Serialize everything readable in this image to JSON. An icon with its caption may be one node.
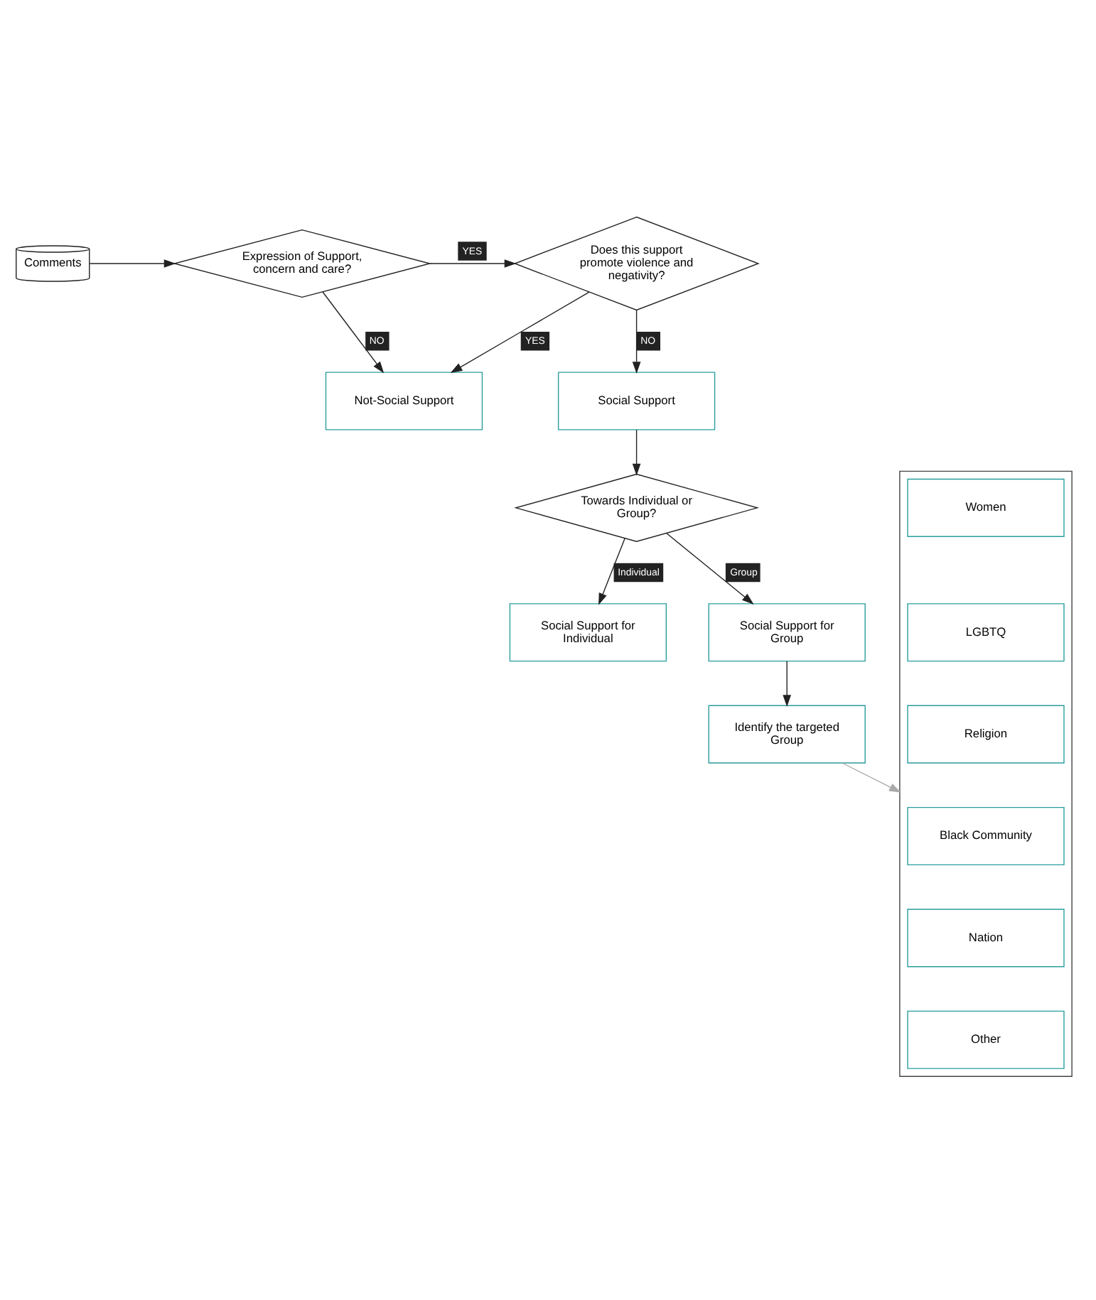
{
  "diagram": {
    "nodes": [
      {
        "text": [
          "Comments"
        ]
      },
      {
        "text": [
          "Expression of Support, concern and care?"
        ]
      },
      {
        "text": [
          "Not-Social Support"
        ]
      },
      {
        "text": [
          "Does this support promote violence and negativity?"
        ]
      },
      {
        "text": [
          "Social Support"
        ]
      },
      {
        "text": [
          "Towards Individual or Group?"
        ]
      },
      {
        "text": [
          "Social Support for Individual"
        ]
      },
      {
        "text": [
          "Social Support for Group"
        ]
      },
      {
        "text": [
          "Identify the targeted Group"
        ]
      },
      {
        "text": [],
        "shape": "box"
      },
      {
        "text": [
          "Women"
        ],
        "in": 9
      },
      {
        "text": [
          "LGBTQ"
        ],
        "in": 9
      },
      {
        "text": [
          "Religion"
        ],
        "in": 9
      },
      {
        "text": [
          "Black Community"
        ],
        "in": 9
      },
      {
        "text": [
          "Nation"
        ],
        "in": 9
      },
      {
        "text": [
          "Other"
        ],
        "in": 9
      }
    ],
    "edges": [
      {
        "from": 0,
        "to": 1,
        "arrow": "to"
      },
      {
        "from": 1,
        "to": 2,
        "arrow": "to",
        "label": "NO"
      },
      {
        "from": 1,
        "to": 3,
        "arrow": "to",
        "label": "YES"
      },
      {
        "from": 3,
        "to": 2,
        "arrow": "to",
        "label": "YES"
      },
      {
        "from": 3,
        "to": 4,
        "arrow": "to",
        "label": "NO"
      },
      {
        "from": 4,
        "to": 5,
        "arrow": "to"
      },
      {
        "from": 5,
        "to": 6,
        "arrow": "to",
        "label": "Individual"
      },
      {
        "from": 5,
        "to": 7,
        "arrow": "to",
        "label": "Group"
      },
      {
        "from": 7,
        "to": 8,
        "arrow": "to"
      },
      {
        "from": 8,
        "to": 9,
        "arrow": "to",
        "color": "#aaaaaa"
      }
    ]
  }
}
